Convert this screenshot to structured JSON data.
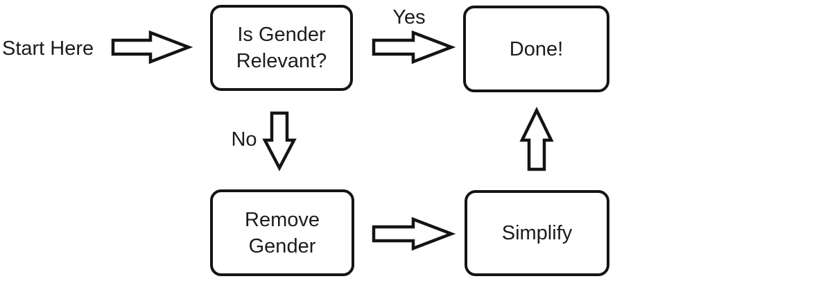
{
  "flowchart": {
    "background_color": "#ffffff",
    "stroke_color": "#141414",
    "text_color": "#1c1c1c",
    "start_label": "Start Here",
    "nodes": {
      "question": {
        "line1": "Is Gender",
        "line2": "Relevant?"
      },
      "done": {
        "line1": "Done!"
      },
      "remove": {
        "line1": "Remove",
        "line2": "Gender"
      },
      "simplify": {
        "line1": "Simplify"
      }
    },
    "edges": [
      {
        "from": "start",
        "to": "question",
        "label": "",
        "direction": "right"
      },
      {
        "from": "question",
        "to": "done",
        "label": "Yes",
        "direction": "right"
      },
      {
        "from": "question",
        "to": "remove",
        "label": "No",
        "direction": "down"
      },
      {
        "from": "remove",
        "to": "simplify",
        "label": "",
        "direction": "right"
      },
      {
        "from": "simplify",
        "to": "done",
        "label": "",
        "direction": "up"
      }
    ]
  }
}
